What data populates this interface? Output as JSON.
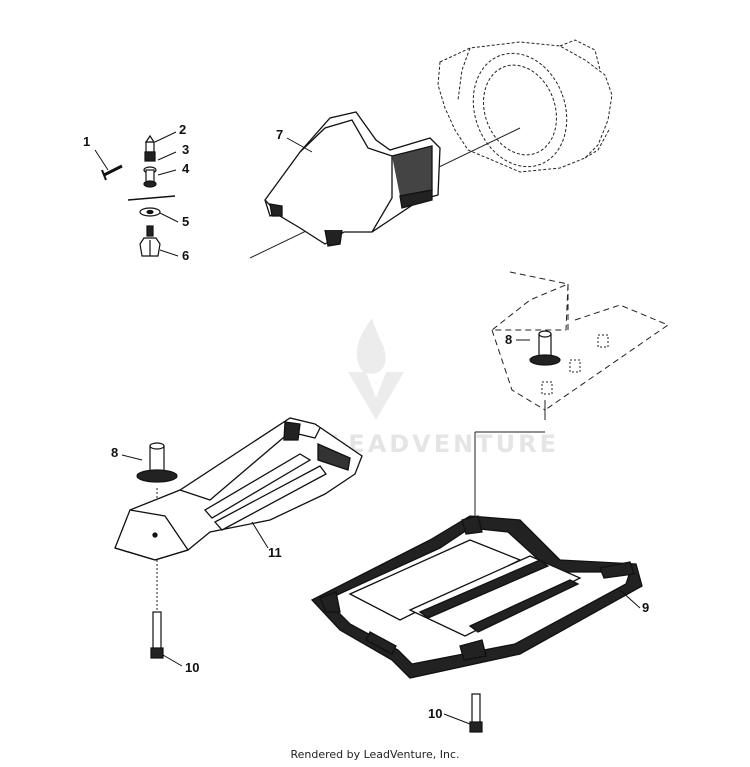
{
  "watermark": {
    "text": "LEADVENTURE"
  },
  "footer": {
    "text": "Rendered by LeadVenture, Inc."
  },
  "callouts": [
    "1",
    "2",
    "3",
    "4",
    "5",
    "6",
    "7",
    "8",
    "8",
    "11",
    "9",
    "10",
    "10"
  ]
}
